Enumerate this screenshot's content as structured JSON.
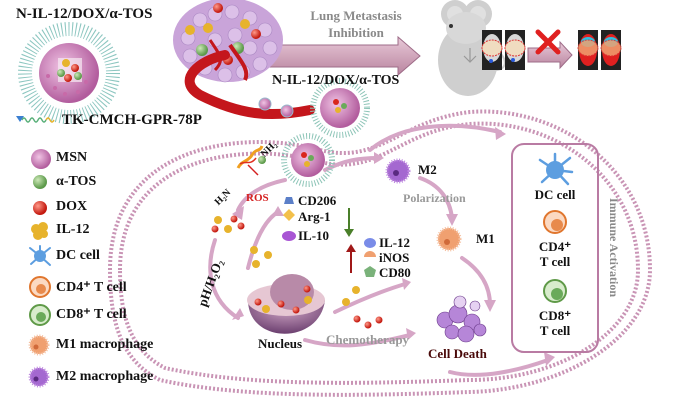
{
  "title_top": "N-IL-12/DOX/α-TOS",
  "linker_label": "TK-CMCH-GPR-78P",
  "legend": [
    {
      "icon": "msn-icon",
      "label": "MSN"
    },
    {
      "icon": "alpha-tos-icon",
      "label": "α-TOS"
    },
    {
      "icon": "dox-icon",
      "label": "DOX"
    },
    {
      "icon": "il12-icon",
      "label": "IL-12"
    },
    {
      "icon": "dc-cell-icon",
      "label": "DC cell"
    },
    {
      "icon": "cd4-t-cell-icon",
      "label": "CD4⁺ T cell"
    },
    {
      "icon": "cd8-t-cell-icon",
      "label": "CD8⁺ T cell"
    },
    {
      "icon": "m1-macrophage-icon",
      "label": "M1 macrophage"
    },
    {
      "icon": "m2-macrophage-icon",
      "label": "M2 macrophage"
    }
  ],
  "top_arrow": {
    "label_line1": "Lung Metastasis",
    "label_line2": "Inhibition",
    "below": "N-IL-12/DOX/α-TOS"
  },
  "mechanism": {
    "ros": "ROS",
    "amine_left": "H₂N",
    "amine_right": "NH₂",
    "ph_label": "pH/H₂O₂",
    "m2_markers": [
      "CD206",
      "Arg-1",
      "IL-10"
    ],
    "m1_markers": [
      "IL-12",
      "iNOS",
      "CD80"
    ],
    "m2_label": "M2",
    "m1_label": "M1",
    "polarization": "Polarization",
    "nucleus": "Nucleus",
    "chemotherapy": "Chemotherapy",
    "cell_death": "Cell Death"
  },
  "immune_box": {
    "items": [
      "DC cell",
      "CD4⁺",
      "T cell",
      "CD8⁺",
      "T cell"
    ],
    "side_label": "Immune Activation"
  },
  "colors": {
    "membrane": "#c994b5",
    "arrow": "#d6a6c6",
    "dox": "#d9261c",
    "tos": "#6aaa5a",
    "il12": "#e7b32c",
    "m2": "#9a5cc6",
    "m1": "#f0a070",
    "dc": "#4a90d9",
    "green_arrow": "#4a7f2a",
    "red_arrow": "#a01818"
  }
}
